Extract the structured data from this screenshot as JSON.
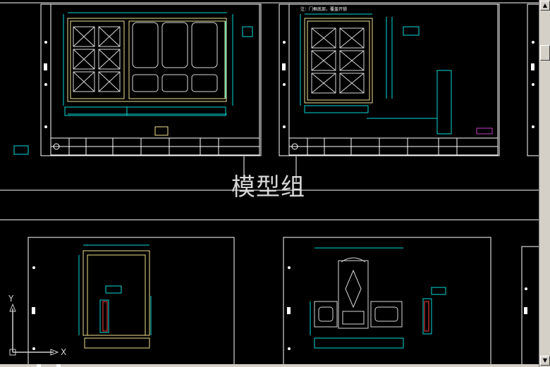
{
  "watermark": "模型组",
  "note": "注：门框底部，覆盖开锁",
  "ucs": {
    "x_label": "X",
    "y_label": "Y"
  },
  "scrollbar": {
    "up_glyph": "▲",
    "down_glyph": "▼"
  },
  "layout_tabs": [
    "",
    ""
  ],
  "colors": {
    "background": "#000000",
    "frame": "#ffffff",
    "dimension": "#00d8d8",
    "door": "#f0e090",
    "accent": "#ff4040"
  }
}
